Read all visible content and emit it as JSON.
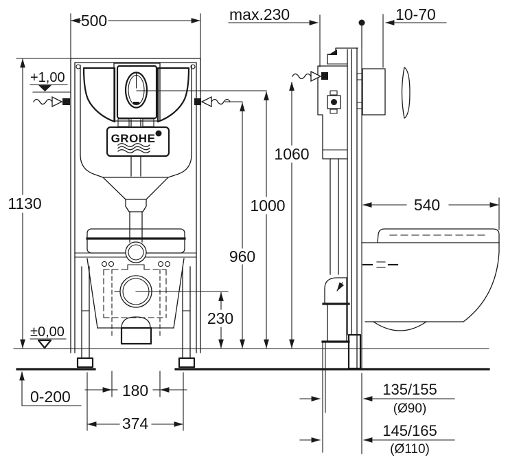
{
  "page": {
    "background": "#ffffff",
    "line_color": "#1a1a1a"
  },
  "brand": {
    "logo": "GROHE"
  },
  "front_view": {
    "width": "500",
    "height": "1130",
    "level_top": "+1,00",
    "level_floor": "±0,00",
    "floor_adjust": "0-200",
    "bolt_spacing": "180",
    "base_width": "374",
    "outlet_height": "230"
  },
  "side_view": {
    "frame_depth": "max.230",
    "plate_range": "10-70",
    "supply_height": "1060",
    "actuation_height": "1000",
    "inlet_height": "960",
    "bowl_depth": "540",
    "outlet_offset_small": "135/155",
    "outlet_dia_small": "(Ø90)",
    "outlet_offset_large": "145/165",
    "outlet_dia_large": "(Ø110)"
  }
}
